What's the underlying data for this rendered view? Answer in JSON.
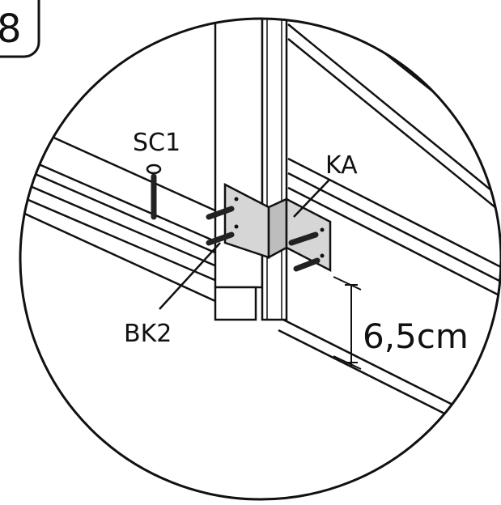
{
  "step_number": "8",
  "labels": {
    "screw_top": "SC1",
    "angle_bracket": "KA",
    "screw_bottom": "BK2"
  },
  "dimension": "6,5cm",
  "colors": {
    "line": "#111111",
    "panel": "#ffffff",
    "bracket": "#d6d6d6",
    "bracket_shadow": "#bdbdbd",
    "screw": "#222222"
  }
}
